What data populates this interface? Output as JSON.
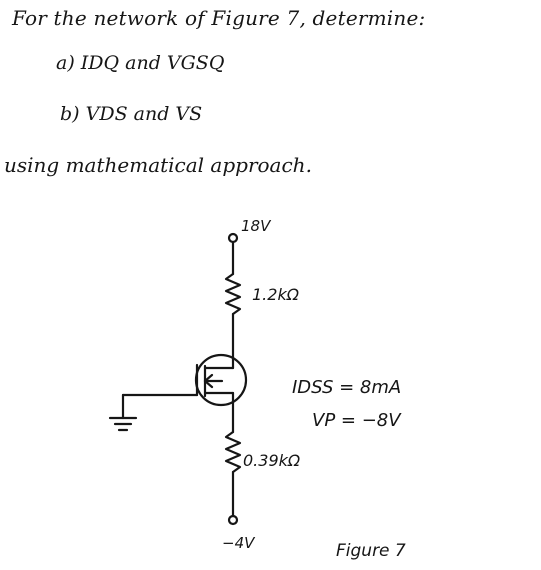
{
  "question": {
    "intro": "For the network of Figure 7, determine:",
    "part_a": "a) IDQ and VGSQ",
    "part_b": "b) VDS and VS",
    "method": "using mathematical approach."
  },
  "circuit": {
    "supply_top": "18V",
    "drain_resistor": "1.2kΩ",
    "source_resistor": "0.39kΩ",
    "supply_bottom": "−4V",
    "idss": "IDSS = 8mA",
    "vp": "VP = −8V"
  },
  "figure_caption": "Figure 7"
}
